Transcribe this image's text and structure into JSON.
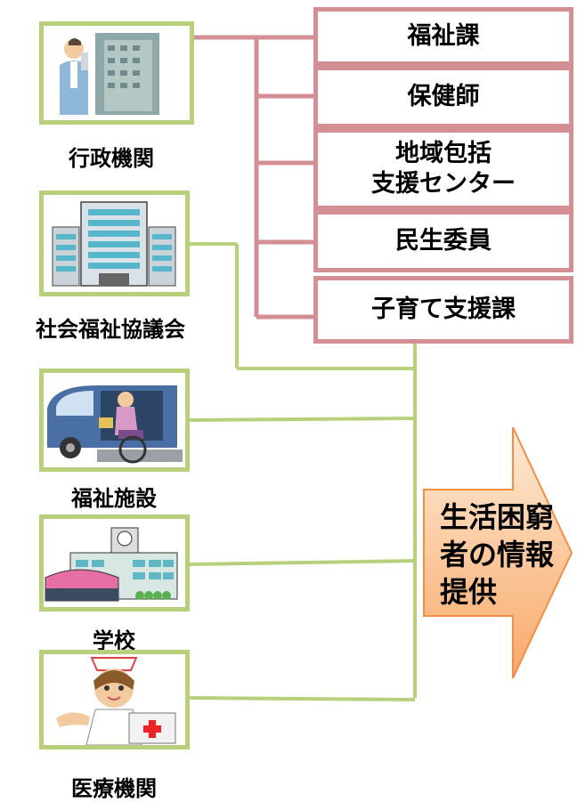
{
  "organizations": [
    {
      "label": "行政機関",
      "image": "office-building-person-image"
    },
    {
      "label": "社会福祉協議会",
      "image": "large-building-image"
    },
    {
      "label": "福祉施設",
      "image": "wheelchair-van-image"
    },
    {
      "label": "学校",
      "image": "school-building-image"
    },
    {
      "label": "医療機関",
      "image": "nurse-with-kit-image"
    }
  ],
  "departments": [
    {
      "label": "福祉課"
    },
    {
      "label": "保健師"
    },
    {
      "label": "地域包括\n支援センター"
    },
    {
      "label": "民生委員"
    },
    {
      "label": "子育て支援課"
    }
  ],
  "arrow": {
    "label": "生活困窮\n者の情報\n提供"
  },
  "colors": {
    "green": "#b8d07c",
    "pink": "#d48f94",
    "arrow_fill_top": "#fdebd6",
    "arrow_fill_bottom": "#f9a868",
    "arrow_border": "#f08f45"
  }
}
